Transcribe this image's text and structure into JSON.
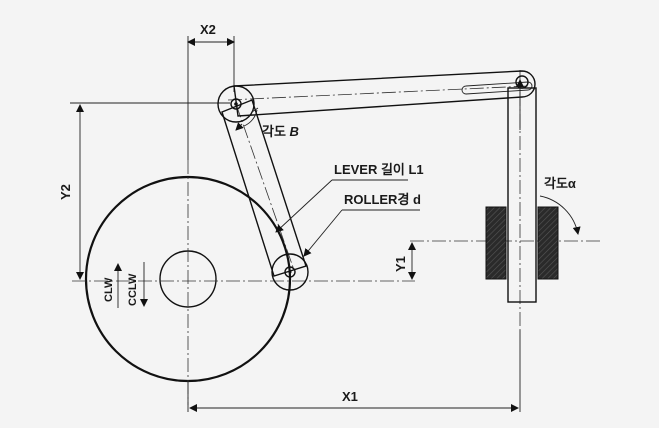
{
  "labels": {
    "x1": "X1",
    "x2": "X2",
    "y1": "Y1",
    "y2": "Y2",
    "angle_b_prefix": "각도 ",
    "angle_b_symbol": "B",
    "angle_a": "각도α",
    "lever_length": "LEVER 길이 L1",
    "roller_diameter": "ROLLER경 d",
    "clw": "CLW",
    "cclw": "CCLW"
  }
}
